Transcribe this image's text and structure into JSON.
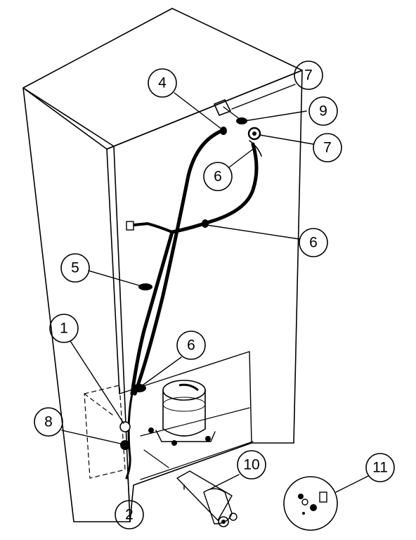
{
  "callouts": [
    {
      "id": "c7a",
      "label": "7"
    },
    {
      "id": "c4",
      "label": "4"
    },
    {
      "id": "c9",
      "label": "9"
    },
    {
      "id": "c7b",
      "label": "7"
    },
    {
      "id": "c6a",
      "label": "6"
    },
    {
      "id": "c6b",
      "label": "6"
    },
    {
      "id": "c5",
      "label": "5"
    },
    {
      "id": "c1",
      "label": "1"
    },
    {
      "id": "c6c",
      "label": "6"
    },
    {
      "id": "c8",
      "label": "8"
    },
    {
      "id": "c10",
      "label": "10"
    },
    {
      "id": "c11",
      "label": "11"
    },
    {
      "id": "c2",
      "label": "2"
    }
  ]
}
